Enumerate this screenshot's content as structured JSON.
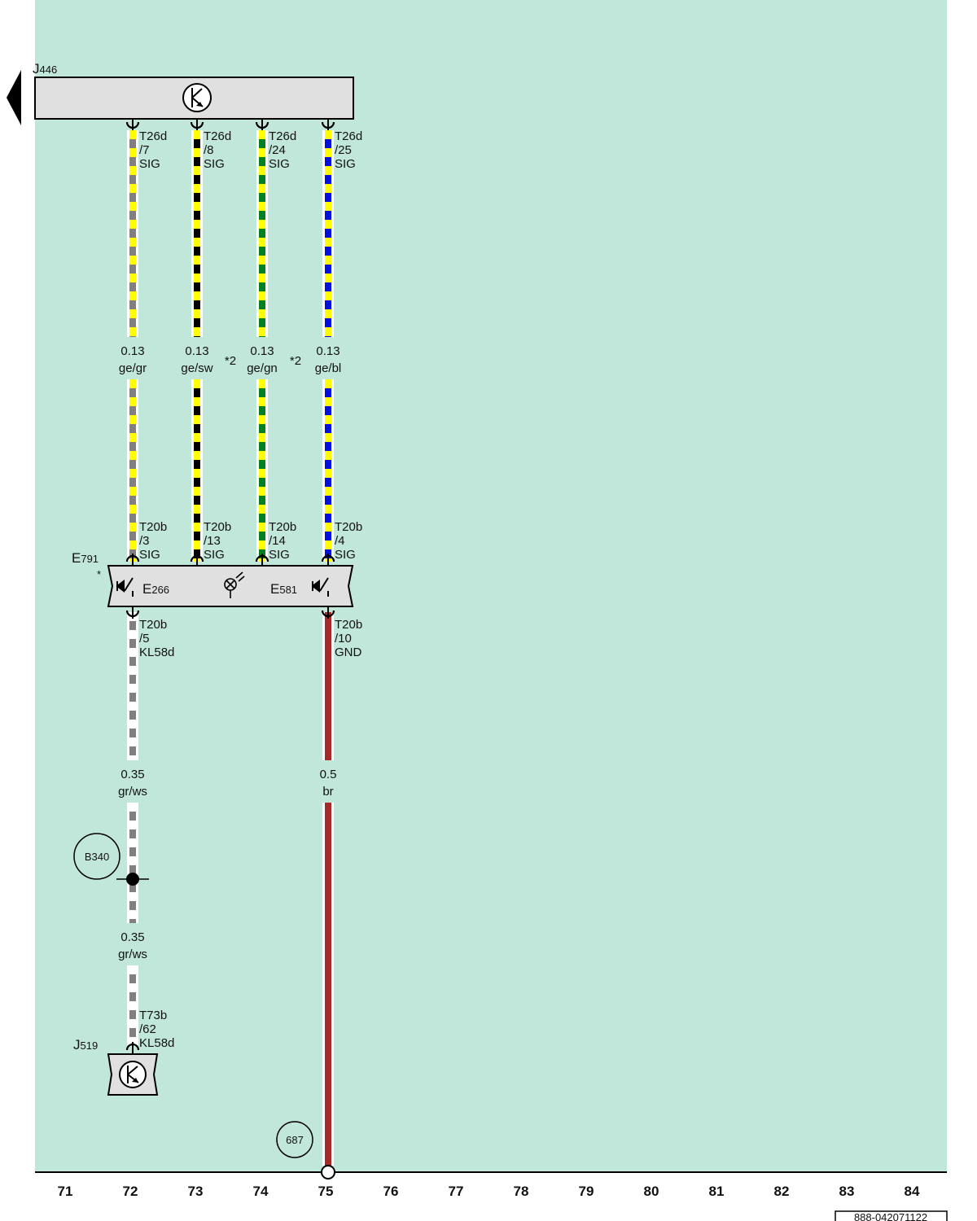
{
  "colors": {
    "background": "#c1e6da",
    "component_fill": "#e0e0e0",
    "yellow": "#ffff00",
    "grey": "#808080",
    "black": "#000000",
    "green": "#008020",
    "blue": "#0010e0",
    "brown": "#a52a2a",
    "white": "#ffffff"
  },
  "components": {
    "j446": {
      "prefix": "J",
      "sub": "446"
    },
    "e791": {
      "prefix": "E",
      "sub": "791",
      "note": "*"
    },
    "e266": {
      "prefix": "E",
      "sub": "266"
    },
    "e581": {
      "prefix": "E",
      "sub": "581"
    },
    "j519": {
      "prefix": "J",
      "sub": "519"
    }
  },
  "wires": [
    {
      "column": "72",
      "colors": [
        "yellow",
        "grey"
      ],
      "top_pin": {
        "connector": "T26d",
        "pin": "/7",
        "signal": "SIG"
      },
      "gauge": "0.13",
      "color_code": "ge/gr",
      "note": "",
      "bottom_pin": {
        "connector": "T20b",
        "pin": "/3",
        "signal": "SIG"
      }
    },
    {
      "column": "73",
      "colors": [
        "yellow",
        "black"
      ],
      "top_pin": {
        "connector": "T26d",
        "pin": "/8",
        "signal": "SIG"
      },
      "gauge": "0.13",
      "color_code": "ge/sw",
      "note": "*2",
      "bottom_pin": {
        "connector": "T20b",
        "pin": "/13",
        "signal": "SIG"
      }
    },
    {
      "column": "74",
      "colors": [
        "yellow",
        "green"
      ],
      "top_pin": {
        "connector": "T26d",
        "pin": "/24",
        "signal": "SIG"
      },
      "gauge": "0.13",
      "color_code": "ge/gn",
      "note": "*2",
      "bottom_pin": {
        "connector": "T20b",
        "pin": "/14",
        "signal": "SIG"
      }
    },
    {
      "column": "75",
      "colors": [
        "yellow",
        "blue"
      ],
      "top_pin": {
        "connector": "T26d",
        "pin": "/25",
        "signal": "SIG"
      },
      "gauge": "0.13",
      "color_code": "ge/bl",
      "note": "",
      "bottom_pin": {
        "connector": "T20b",
        "pin": "/4",
        "signal": "SIG"
      }
    }
  ],
  "lower_left_wire": {
    "top_pin": {
      "connector": "T20b",
      "pin": "/5",
      "signal": "KL58d"
    },
    "upper_gauge": "0.35",
    "upper_color_code": "gr/ws",
    "splice": "B340",
    "lower_gauge": "0.35",
    "lower_color_code": "gr/ws",
    "bottom_pin": {
      "connector": "T73b",
      "pin": "/62",
      "signal": "KL58d"
    }
  },
  "ground_wire": {
    "top_pin": {
      "connector": "T20b",
      "pin": "/10",
      "signal": "GND"
    },
    "gauge": "0.5",
    "color_code": "br",
    "ref": "687"
  },
  "columns": [
    "71",
    "72",
    "73",
    "74",
    "75",
    "76",
    "77",
    "78",
    "79",
    "80",
    "81",
    "82",
    "83",
    "84"
  ],
  "footer_code": "888-042071122"
}
